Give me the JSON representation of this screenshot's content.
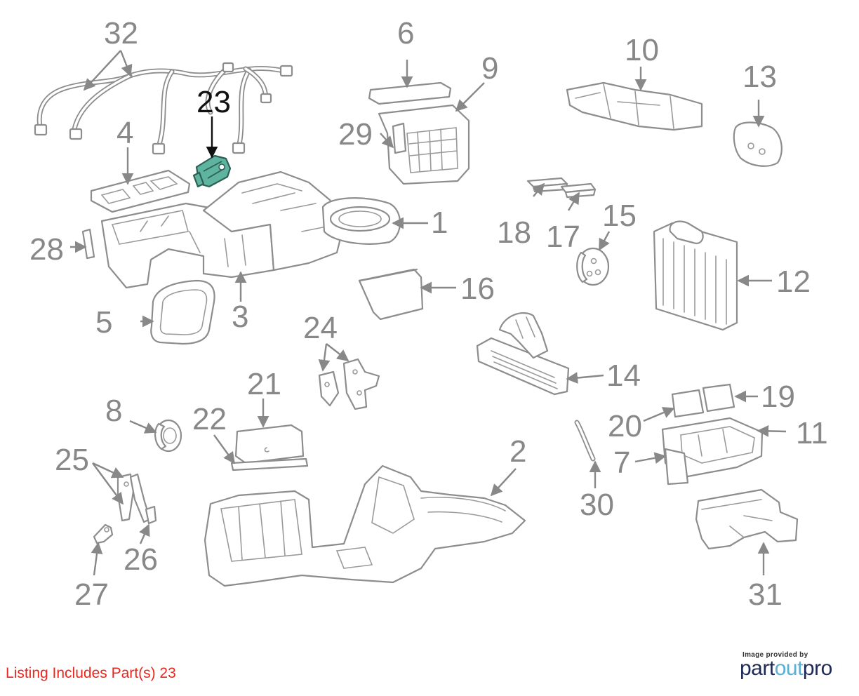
{
  "footer": {
    "listing_text": "Listing Includes Part(s) 23",
    "provider_caption": "Image provided by",
    "provider_logo_a": "part",
    "provider_logo_b": "out",
    "provider_logo_c": "pro"
  },
  "colors": {
    "highlight_part": "#5fb4a0",
    "listing_text": "#e8281e",
    "callout_gray": "#888888",
    "logo_dark": "#1e2a55",
    "logo_accent": "#5aaed3"
  },
  "highlighted_part": "23",
  "callouts": [
    {
      "id": "1",
      "label": "1"
    },
    {
      "id": "2",
      "label": "2"
    },
    {
      "id": "3",
      "label": "3"
    },
    {
      "id": "4",
      "label": "4"
    },
    {
      "id": "5",
      "label": "5"
    },
    {
      "id": "6",
      "label": "6"
    },
    {
      "id": "7",
      "label": "7"
    },
    {
      "id": "8",
      "label": "8"
    },
    {
      "id": "9",
      "label": "9"
    },
    {
      "id": "10",
      "label": "10"
    },
    {
      "id": "11",
      "label": "11"
    },
    {
      "id": "12",
      "label": "12"
    },
    {
      "id": "13",
      "label": "13"
    },
    {
      "id": "14",
      "label": "14"
    },
    {
      "id": "15",
      "label": "15"
    },
    {
      "id": "16",
      "label": "16"
    },
    {
      "id": "17",
      "label": "17"
    },
    {
      "id": "18",
      "label": "18"
    },
    {
      "id": "19",
      "label": "19"
    },
    {
      "id": "20",
      "label": "20"
    },
    {
      "id": "21",
      "label": "21"
    },
    {
      "id": "22",
      "label": "22"
    },
    {
      "id": "23",
      "label": "23"
    },
    {
      "id": "24",
      "label": "24"
    },
    {
      "id": "25",
      "label": "25"
    },
    {
      "id": "26",
      "label": "26"
    },
    {
      "id": "27",
      "label": "27"
    },
    {
      "id": "28",
      "label": "28"
    },
    {
      "id": "29",
      "label": "29"
    },
    {
      "id": "30",
      "label": "30"
    },
    {
      "id": "31",
      "label": "31"
    },
    {
      "id": "32",
      "label": "32"
    }
  ]
}
